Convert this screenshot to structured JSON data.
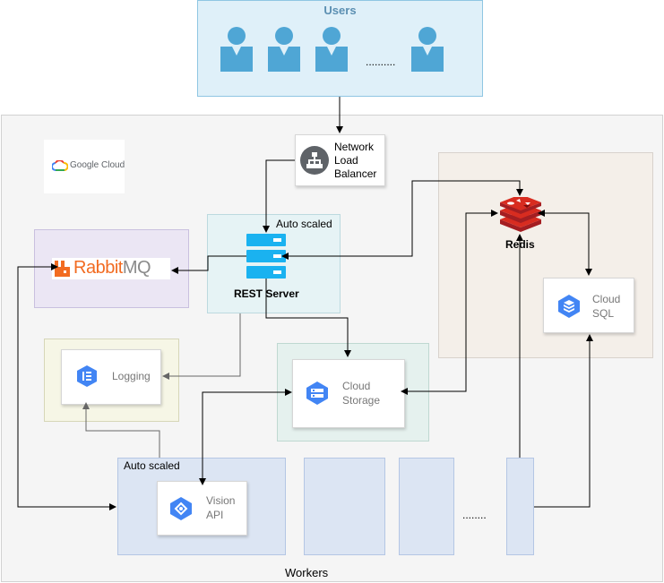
{
  "users": {
    "title": "Users",
    "dots": ".........."
  },
  "google_cloud": {
    "logo_text": "Google Cloud"
  },
  "load_balancer": {
    "line1": "Network",
    "line2": "Load",
    "line3": "Balancer"
  },
  "rest_server": {
    "autoscaled": "Auto scaled",
    "label": "REST Server"
  },
  "rabbitmq": {
    "logo_text_a": "Rabbit",
    "logo_text_b": "MQ"
  },
  "logging": {
    "label": "Logging"
  },
  "cloud_storage": {
    "line1": "Cloud",
    "line2": "Storage"
  },
  "redis": {
    "label": "Redis"
  },
  "cloud_sql": {
    "line1": "Cloud",
    "line2": "SQL"
  },
  "workers": {
    "autoscaled": "Auto scaled",
    "label": "Workers",
    "dots": "........"
  },
  "vision_api": {
    "line1": "Vision",
    "line2": "API"
  },
  "colors": {
    "users_bg": "#dff0f9",
    "users_border": "#7bbfe0",
    "user_icon": "#4fa6d5",
    "gcp_bg": "#f5f5f5",
    "rest_bg": "#e6f3f5",
    "rabbit_bg": "#ebe6f4",
    "logging_bg": "#f6f6e6",
    "storage_bg": "#e5f1ee",
    "redis_bg": "#f4efe9",
    "worker_bg": "#dce5f3",
    "google_blue": "#4285f4",
    "redis_red": "#c8282d",
    "rabbit_orange": "#f26b21",
    "server_cyan": "#1ab2f0"
  }
}
